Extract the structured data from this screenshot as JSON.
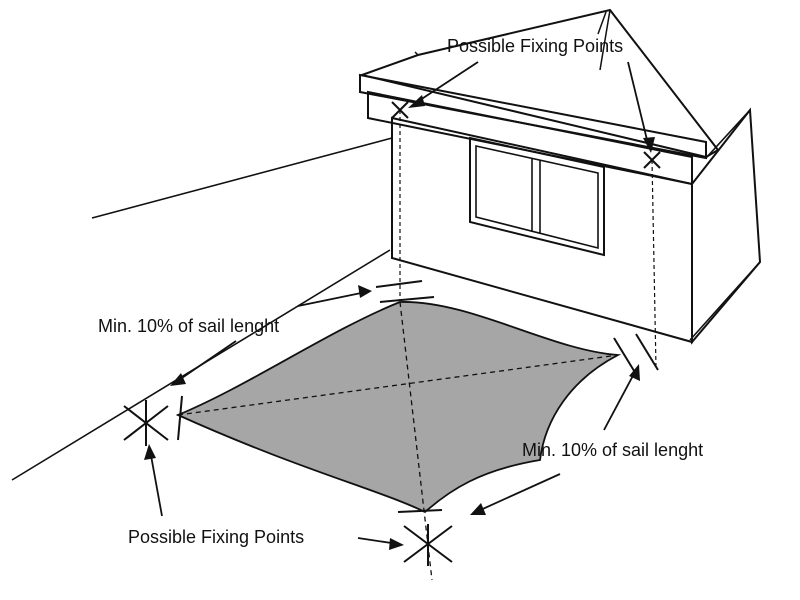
{
  "labels": {
    "top_fixing": "Possible Fixing Points",
    "left_min": "Min. 10% of sail lenght",
    "right_min": "Min. 10% of sail lenght",
    "bottom_fixing": "Possible Fixing Points"
  },
  "colors": {
    "line": "#111111",
    "sail_fill": "#a6a6a6",
    "background": "#ffffff"
  }
}
